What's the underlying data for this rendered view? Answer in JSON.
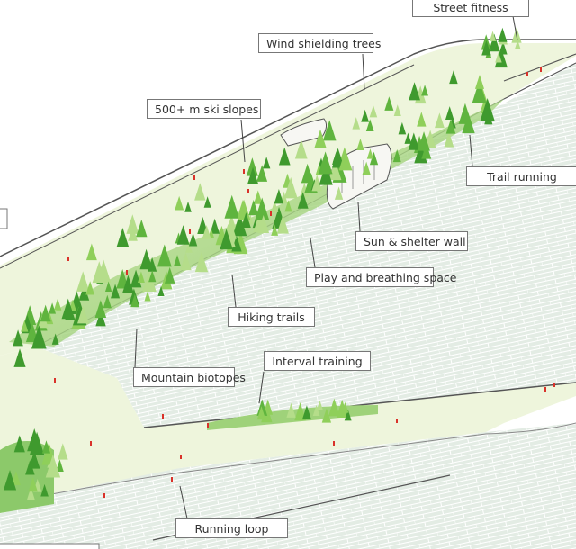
{
  "labels": {
    "street_fitness": "Street fitness",
    "wind_shielding_trees": "Wind shielding trees",
    "ski_slopes": "500+ m ski slopes",
    "trail_running": "Trail running",
    "sun_shelter_wall": "Sun & shelter wall",
    "play_breathing_space": "Play and breathing space",
    "hiking_trails": "Hiking trails",
    "mountain_biotopes": "Mountain biotopes",
    "interval_training": "Interval training",
    "running_loop": "Running loop"
  },
  "colors": {
    "slope": "#eef5dc",
    "facade": "#dfe8e0",
    "tree_dark": "#3f9a2e",
    "tree_light": "#8fcf5a",
    "people": "#d9322a",
    "outline": "#555555"
  }
}
